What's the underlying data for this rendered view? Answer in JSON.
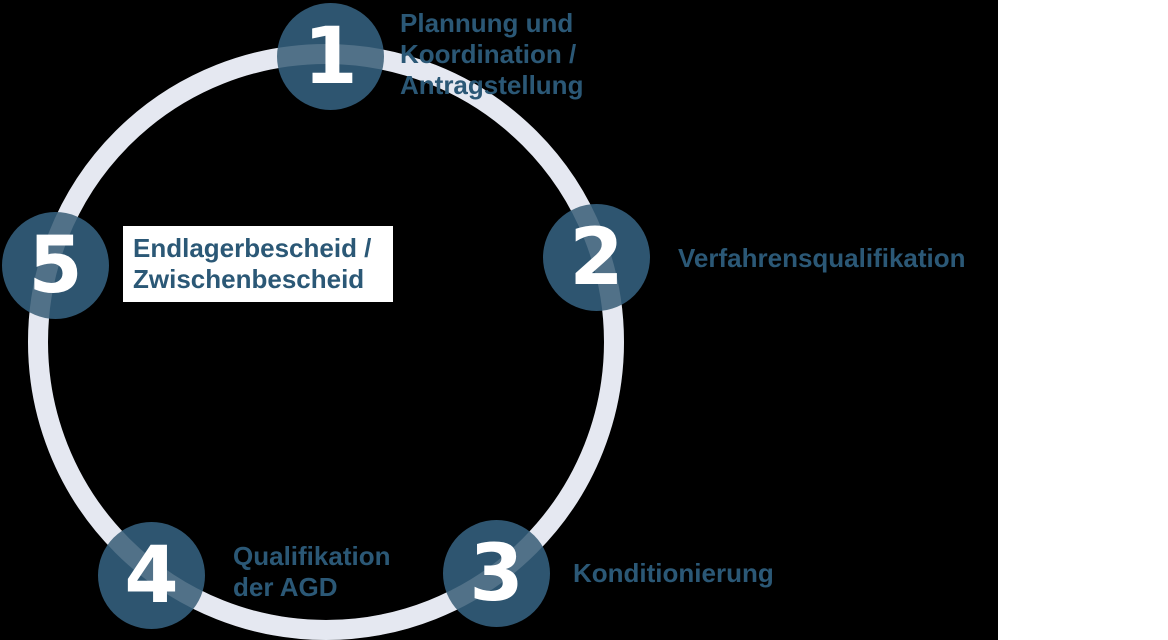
{
  "diagram": {
    "title": "5-step disposal process cycle",
    "steps": [
      {
        "number": "1",
        "label": "Plannung und\nKoordination /\nAntragstellung"
      },
      {
        "number": "2",
        "label": "Verfahrensqualifikation"
      },
      {
        "number": "3",
        "label": "Konditionierung"
      },
      {
        "number": "4",
        "label": "Qualifikation\nder AGD"
      },
      {
        "number": "5",
        "label": "Endlagerbescheid /\nZwischenbescheid",
        "highlighted": true
      }
    ],
    "colors": {
      "background": "#000000",
      "ring": "#e0e4ee",
      "step_circle": "#2e5570",
      "step_number": "#ffffff",
      "label_text": "#2b5876",
      "highlight_box": "#ffffff",
      "right_strip": "#ffffff"
    }
  }
}
